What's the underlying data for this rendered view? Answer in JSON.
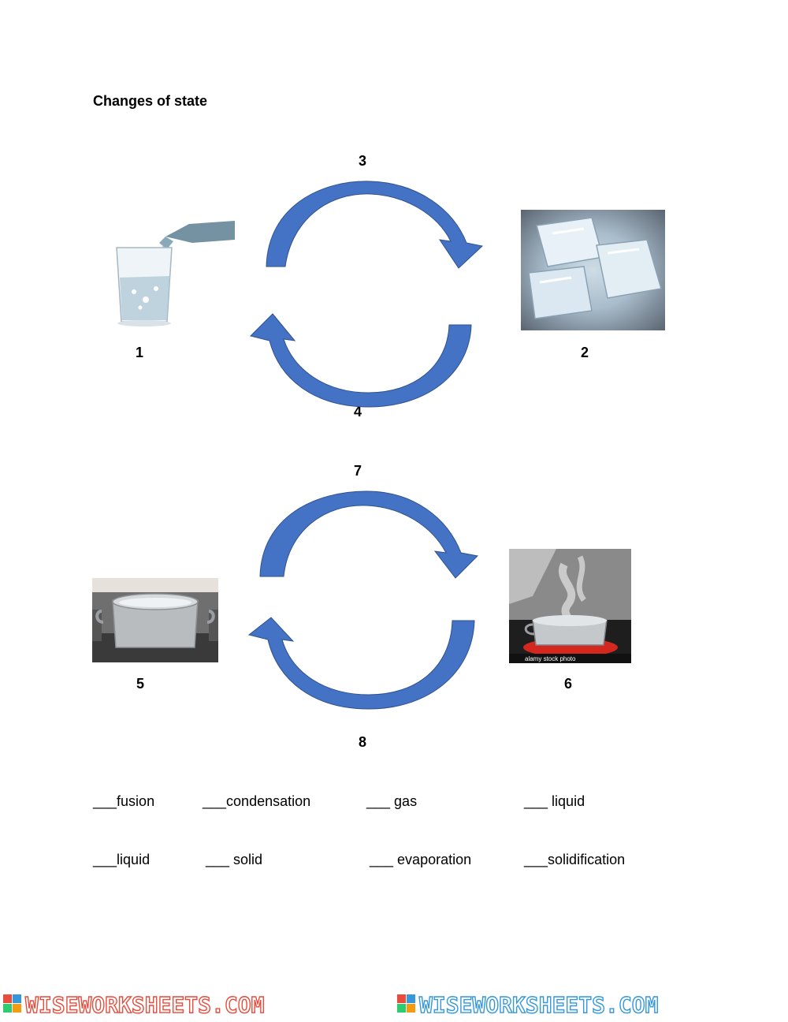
{
  "worksheet": {
    "title": "Changes of state"
  },
  "labels": {
    "n1": "1",
    "n2": "2",
    "n3": "3",
    "n4": "4",
    "n5": "5",
    "n6": "6",
    "n7": "7",
    "n8": "8"
  },
  "word_bank": {
    "row1": [
      {
        "blank": "___",
        "word": "fusion"
      },
      {
        "blank": "___",
        "word": "condensation"
      },
      {
        "blank": "___",
        "word": " gas"
      },
      {
        "blank": "___",
        "word": " liquid"
      }
    ],
    "row2": [
      {
        "blank": "___",
        "word": "liquid"
      },
      {
        "blank": "___",
        "word": " solid"
      },
      {
        "blank": "___",
        "word": " evaporation"
      },
      {
        "blank": "___",
        "word": "solidification"
      }
    ]
  },
  "images": {
    "stock_caption": "alamy stock photo"
  },
  "watermark": {
    "text": "WISEWORKSHEETS.COM",
    "colors": [
      "#e74c3c",
      "#f39c12",
      "#2ecc71",
      "#3498db",
      "#9b59b6"
    ]
  },
  "colors": {
    "arrow_fill": "#4472c4",
    "arrow_stroke": "#2f528f"
  }
}
